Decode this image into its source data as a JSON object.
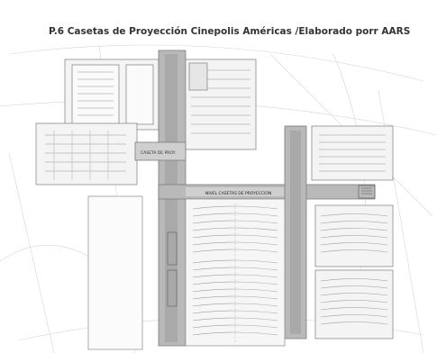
{
  "figure": {
    "caption": "P.6  Casetas de Proyección Cinepolis Américas /Elaborado porr AARS"
  },
  "plan": {
    "labels": {
      "corridor_upper": "CASETA DE PROY.",
      "corridor_lower": "NIVEL CASETAS DE PROYECCION"
    },
    "colors": {
      "line": "#8a8a8a",
      "light_line": "#c8c8c8",
      "corridor_fill": "#b9b9b9",
      "panel_fill": "#f1f1f1"
    }
  }
}
